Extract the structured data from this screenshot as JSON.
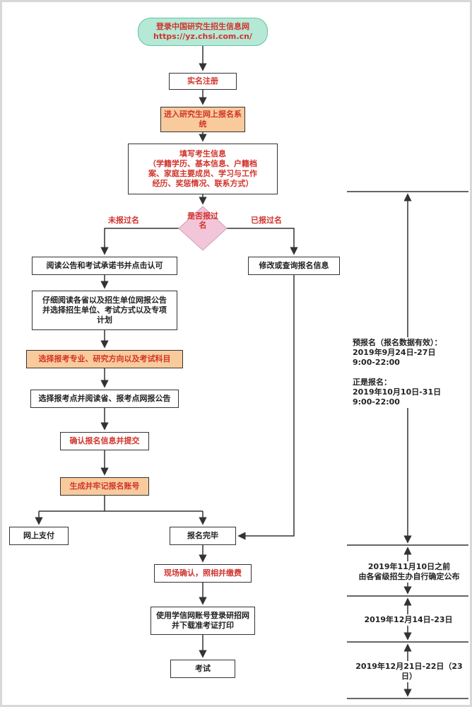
{
  "colors": {
    "accent_red": "#d0342c",
    "mint_green": "#b5e8d5",
    "light_orange": "#f9cb9c",
    "pink_diamond": "#f3c5d8",
    "line": "#333333"
  },
  "flow": {
    "login": "登录中国研究生招生信息网\nhttps://yz.chsi.com.cn/",
    "register": "实名注册",
    "enter_system": "进入研究生网上报名系统",
    "fill_info": "填写考生信息\n（学籍学历、基本信息、户籍档\n案、家庭主要成员、学习与工作\n经历、奖惩情况、联系方式）",
    "decision": "是否报过\n名",
    "branch_no": "未报过名",
    "branch_yes": "已报过名",
    "read_notice": "阅读公告和考试承诺书并点击认可",
    "modify_query": "修改或查询报名信息",
    "read_detail": "仔细阅读各省以及招生单位网报公告\n并选择招生单位、考试方式以及专项\n计划",
    "choose_major": "选择报考专业、研究方向以及考试科目",
    "choose_site": "选择报考点并阅读省、报考点网报公告",
    "confirm_submit": "确认报名信息并提交",
    "generate_account": "生成并牢记报名账号",
    "online_pay": "网上支付",
    "finish": "报名完毕",
    "onsite_confirm": "现场确认，照相并缴费",
    "download_ticket": "使用学信网账号登录研招网\n并下载准考证打印",
    "exam": "考试"
  },
  "timeline": {
    "registration_period": "预报名（报名数据有效）：\n2019年9月24日-27日\n9:00-22:00\n\n正是报名：\n2019年10月10日-31日\n9:00-22:00",
    "onsite_period": "2019年11月10日之前\n由各省级招生办自行确定公布",
    "print_period": "2019年12月14日-23日",
    "exam_period": "2019年12月21日-22日（23\n日）"
  }
}
